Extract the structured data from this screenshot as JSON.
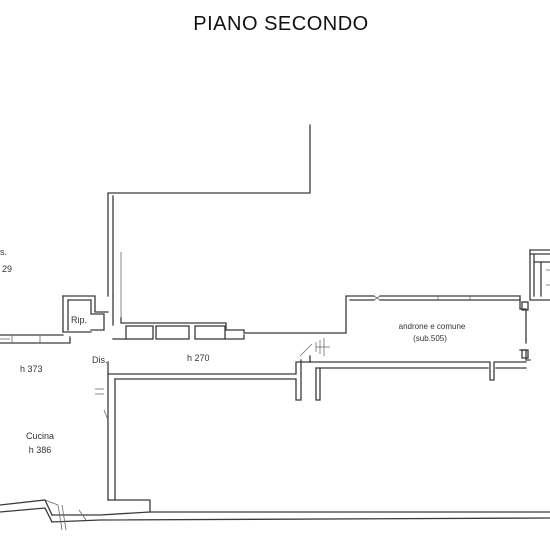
{
  "plan": {
    "title": "PIANO SECONDO",
    "rooms": {
      "left_room_label_top": "s.",
      "left_room_label_code": "29",
      "ripostiglio": "Rip.",
      "left_height": "h 373",
      "disimpegno": "Dis.",
      "corridor_height": "h 270",
      "androne_line1": "androne e comune",
      "androne_line2": "(sub.505)",
      "cucina": "Cucina",
      "cucina_height": "h 386"
    }
  }
}
